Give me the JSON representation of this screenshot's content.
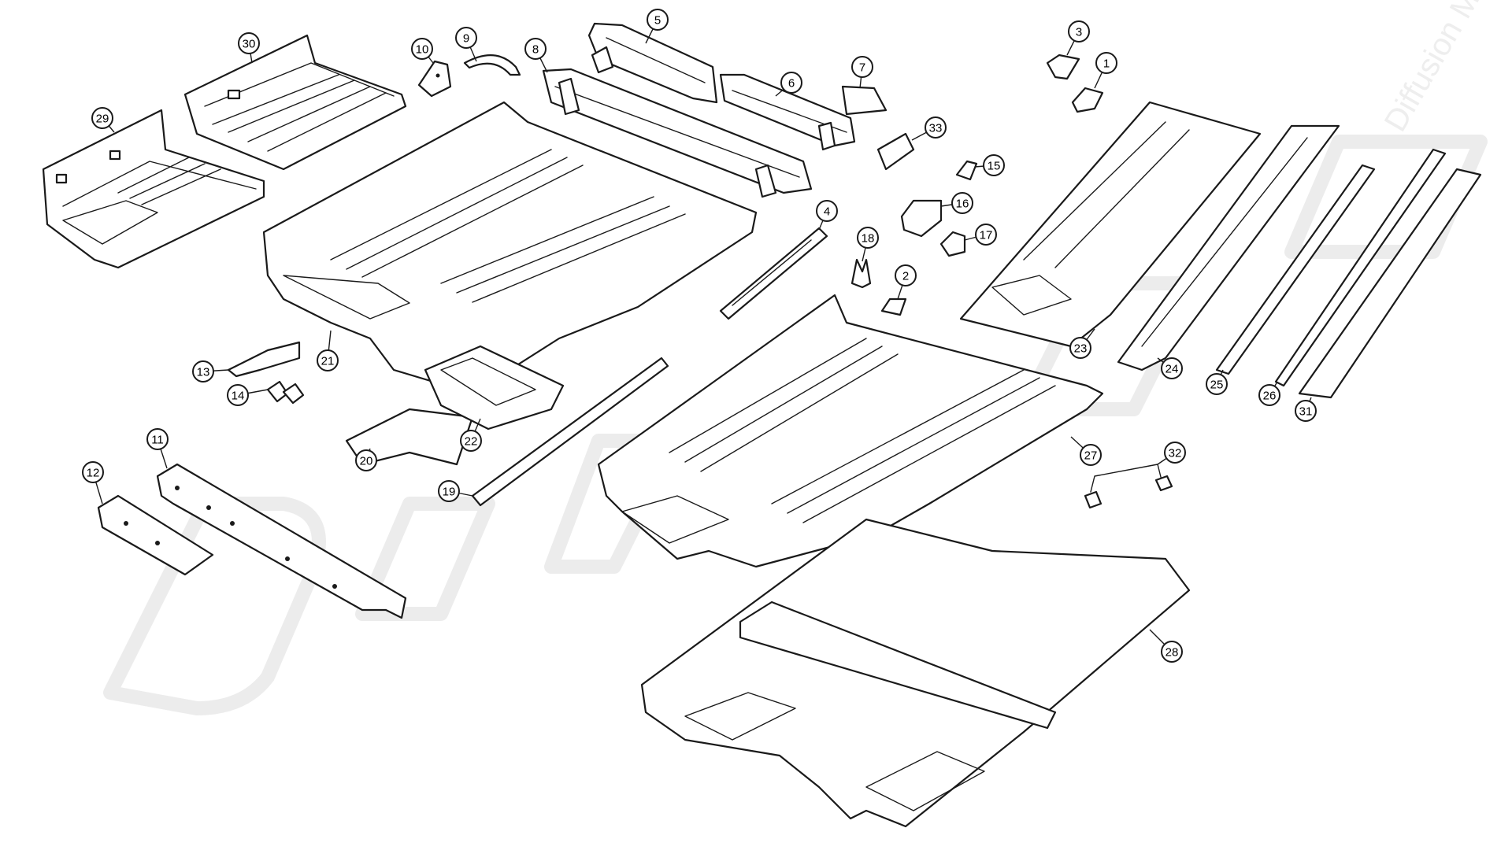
{
  "diagram": {
    "watermark_text": "Diffusion Mini .fr",
    "callouts": [
      {
        "label": "1"
      },
      {
        "label": "2"
      },
      {
        "label": "3"
      },
      {
        "label": "4"
      },
      {
        "label": "5"
      },
      {
        "label": "6"
      },
      {
        "label": "7"
      },
      {
        "label": "8"
      },
      {
        "label": "9"
      },
      {
        "label": "10"
      },
      {
        "label": "11"
      },
      {
        "label": "12"
      },
      {
        "label": "13"
      },
      {
        "label": "14"
      },
      {
        "label": "15"
      },
      {
        "label": "16"
      },
      {
        "label": "17"
      },
      {
        "label": "18"
      },
      {
        "label": "19"
      },
      {
        "label": "20"
      },
      {
        "label": "21"
      },
      {
        "label": "22"
      },
      {
        "label": "23"
      },
      {
        "label": "24"
      },
      {
        "label": "25"
      },
      {
        "label": "26"
      },
      {
        "label": "27"
      },
      {
        "label": "28"
      },
      {
        "label": "29"
      },
      {
        "label": "30"
      },
      {
        "label": "31"
      },
      {
        "label": "32"
      },
      {
        "label": "33"
      }
    ]
  }
}
